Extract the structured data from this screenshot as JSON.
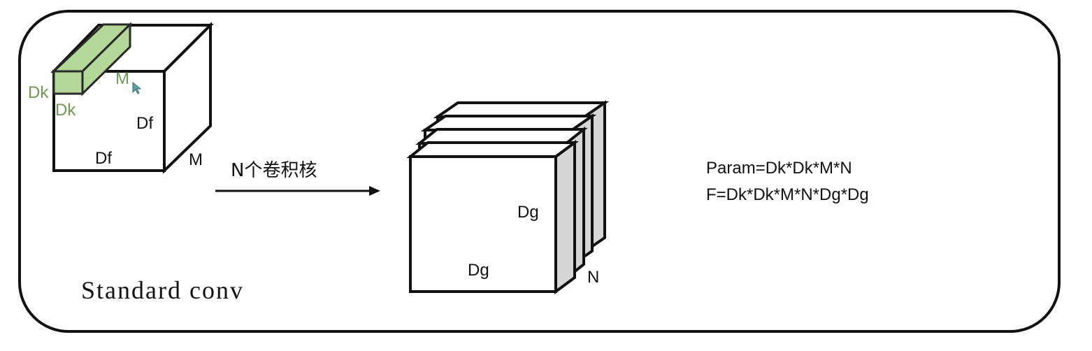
{
  "colors": {
    "stroke": "#111111",
    "kernel_fill": "#b4d89a",
    "kernel_stroke": "#2a2a2a",
    "kernel_text": "#6f9a52",
    "slab_side": "#d6d6d6",
    "background": "#ffffff"
  },
  "input_cube": {
    "width_label": "Df",
    "height_label": "Df",
    "depth_label": "M"
  },
  "kernel": {
    "label_left": "Dk",
    "label_bottom": "Dk",
    "label_depth": "M"
  },
  "arrow": {
    "label": "N个卷积核"
  },
  "output_stack": {
    "height_label": "Dg",
    "width_label": "Dg",
    "count_label": "N"
  },
  "formulas": {
    "param": "Param=Dk*Dk*M*N",
    "flops": "F=Dk*Dk*M*N*Dg*Dg"
  },
  "caption": "Standard conv"
}
